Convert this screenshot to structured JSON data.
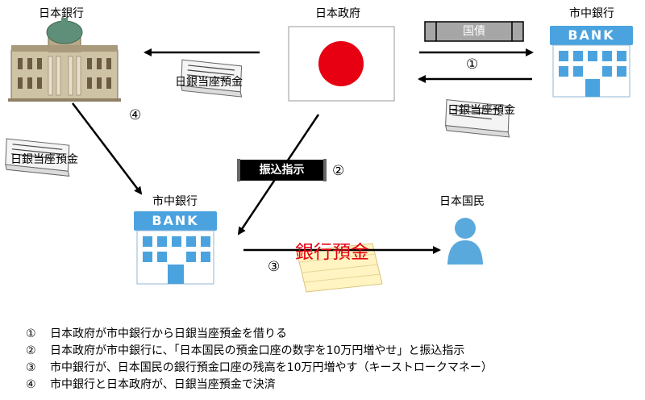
{
  "nodes": {
    "boj": {
      "label": "日本銀行"
    },
    "gov": {
      "label": "日本政府"
    },
    "bank_top": {
      "label": "市中銀行",
      "sign": "BANK"
    },
    "bank_mid": {
      "label": "市中銀行",
      "sign": "BANK"
    },
    "citizens": {
      "label": "日本国民"
    }
  },
  "flows": {
    "bond_label": "国債",
    "boj_deposit_top": "日銀当座預金",
    "boj_deposit_right": "日銀当座預金",
    "boj_deposit_left": "日銀当座預金",
    "transfer_order": "振込指示",
    "bank_deposit": "銀行預金"
  },
  "steps": {
    "s1": "①",
    "s2": "②",
    "s3": "③",
    "s4": "④"
  },
  "legend": [
    {
      "num": "①",
      "text": "日本政府が市中銀行から日銀当座預金を借りる"
    },
    {
      "num": "②",
      "text": "日本政府が市中銀行に、「日本国民の預金口座の数字を10万円増やせ」と振込指示"
    },
    {
      "num": "③",
      "text": "市中銀行が、日本国民の銀行預金口座の残高を10万円増やす（キーストロークマネー）"
    },
    {
      "num": "④",
      "text": "市中銀行と日本政府が、日銀当座預金で決済"
    }
  ],
  "colors": {
    "flag_red": "#e60012",
    "bank_blue": "#4aa3df",
    "deposit_red": "#e60012",
    "person_blue": "#5aa9dc"
  }
}
